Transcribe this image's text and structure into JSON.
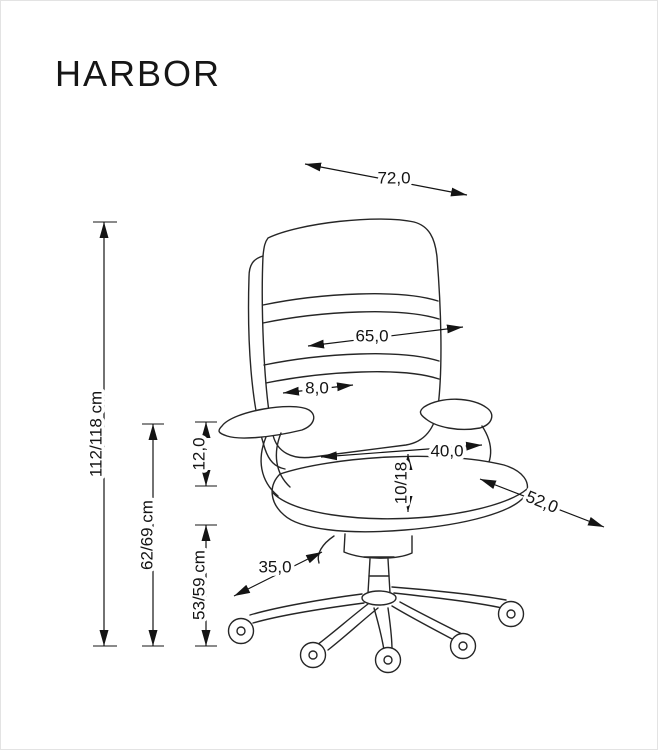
{
  "title": "HARBOR",
  "colors": {
    "line": "#141414",
    "background": "#ffffff"
  },
  "dimensions": {
    "top_depth": "72,0",
    "backrest_width": "65,0",
    "armrest_pad_width": "8,0",
    "seat_width": "40,0",
    "seat_depth": "52,0",
    "base_radius": "35,0",
    "armrest_above_seat": "12,0",
    "seat_cushion_range": "10/18",
    "total_height": "112/118 cm",
    "armrest_height": "62/69 cm",
    "seat_height": "53/59 cm"
  }
}
